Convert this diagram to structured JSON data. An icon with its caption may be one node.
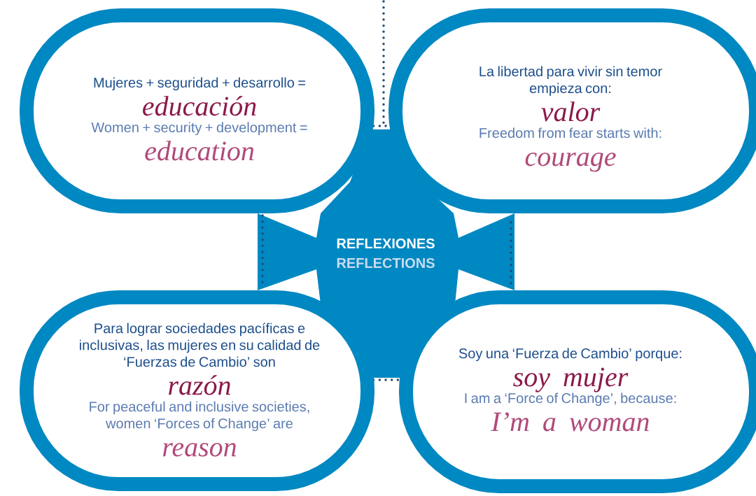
{
  "diagram": {
    "nodes": [
      {
        "text": [
          "REFLEXIONES",
          "REFLECTIONS"
        ]
      },
      {
        "text": [
          "Mujeres + seguridad + desarrollo =",
          "educación",
          "Women + security + development =",
          "education"
        ]
      },
      {
        "text": [
          "La libertad para vivir sin temor empieza con:",
          "valor",
          "Freedom from fear starts with:",
          "courage"
        ]
      },
      {
        "text": [
          "Para lograr sociedades pacíficas e inclusivas, las mujeres en su calidad de ‘Fuerzas de Cambio’ son",
          "razón",
          "For peaceful and inclusive societies, women ‘Forces of Change’ are",
          "reason"
        ]
      },
      {
        "text": [
          "Soy una ‘Fuerza de Cambio’ porque:",
          "soy mujer",
          "I am a ‘Force of Change’, because:",
          "I’m a woman"
        ]
      }
    ]
  }
}
